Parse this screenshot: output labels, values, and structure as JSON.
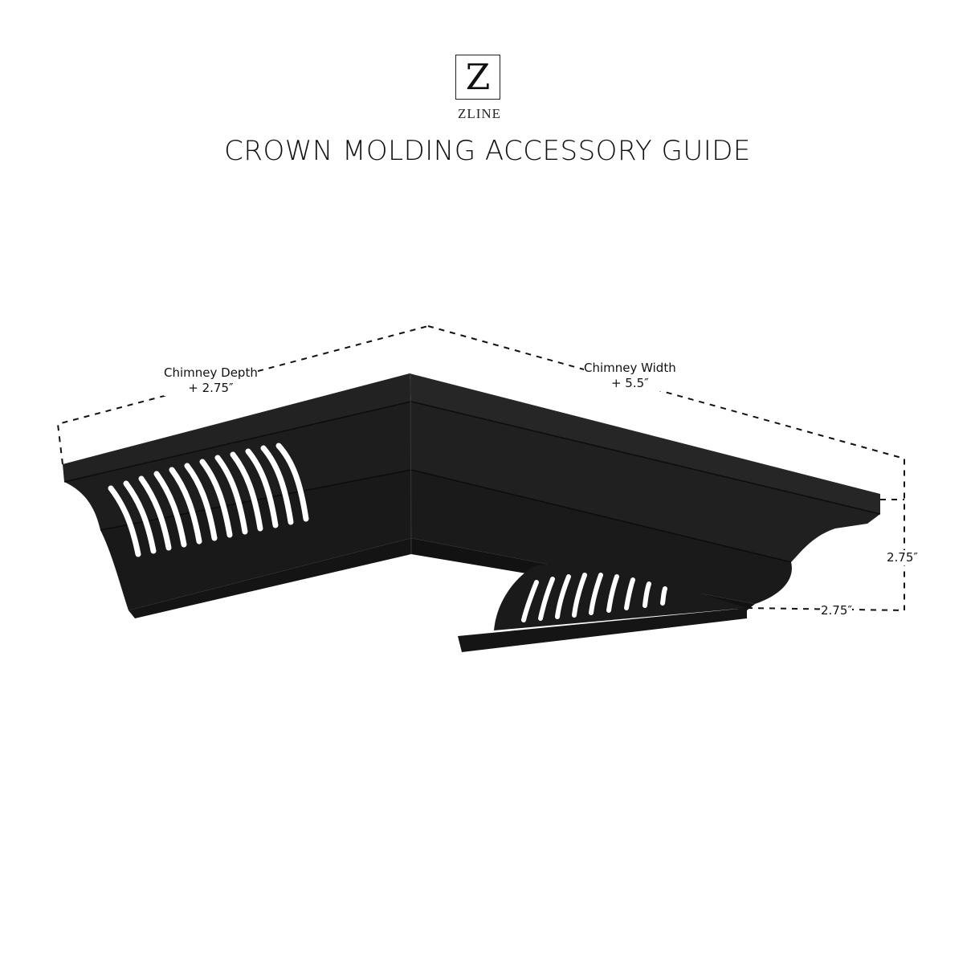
{
  "brand": {
    "logo_letter": "Z",
    "logo_word": "ZLINE"
  },
  "header": {
    "title": "CROWN MOLDING ACCESSORY GUIDE"
  },
  "dimensions": {
    "depth": {
      "label": "Chimney Depth",
      "value": "+ 2.75″"
    },
    "width": {
      "label": "Chimney Width",
      "value": "+ 5.5″"
    },
    "height": {
      "value": "2.75″"
    },
    "projection": {
      "value": "2.75″"
    }
  },
  "colors": {
    "molding": "#1c1c1c",
    "molding_highlight": "#2e2e2e",
    "molding_shadow": "#101010",
    "vent_slots": "#ffffff",
    "dim_line": "#111111",
    "background": "#ffffff"
  }
}
